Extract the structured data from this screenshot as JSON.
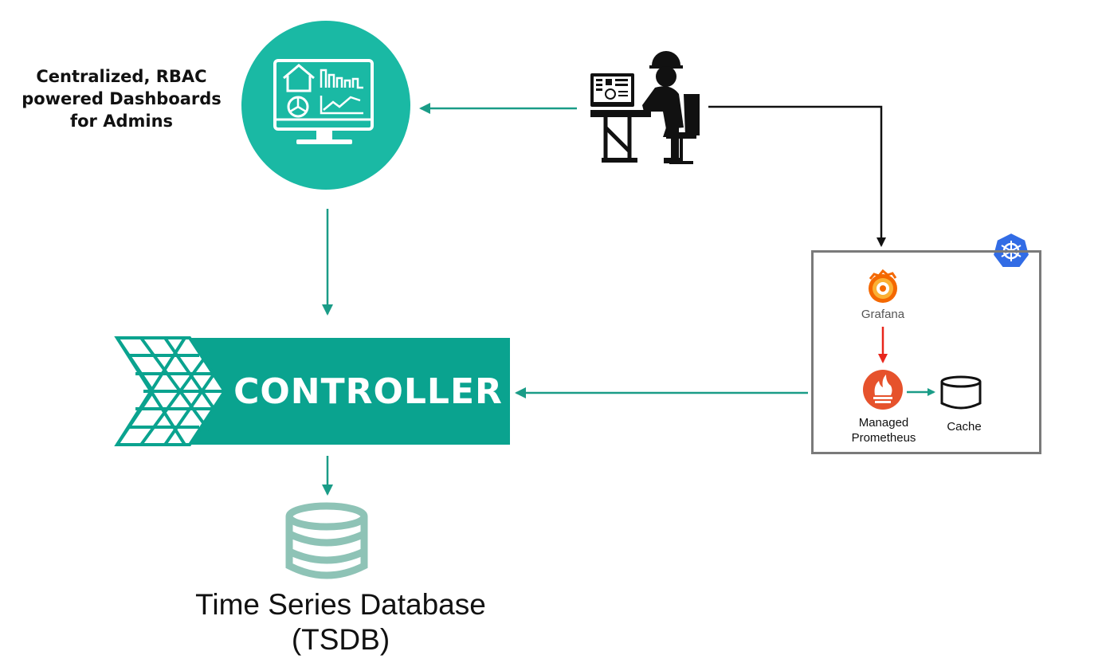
{
  "dashboard": {
    "caption_lines": [
      "Centralized, RBAC",
      "powered  Dashboards",
      "for Admins"
    ]
  },
  "controller": {
    "label": "CONTROLLER"
  },
  "tsdb": {
    "caption_lines": [
      "Time Series Database",
      "(TSDB)"
    ]
  },
  "cluster": {
    "grafana_label": "Grafana",
    "prometheus_label_lines": [
      "Managed",
      "Prometheus"
    ],
    "cache_label": "Cache"
  },
  "colors": {
    "teal": "#0aa38f",
    "teal_light": "#1ab9a4",
    "db_green": "#8ec3b6",
    "red_arrow": "#e8261c",
    "k8s_blue": "#326ce5",
    "grafana_orange": "#f46800",
    "prometheus_orange": "#e6522c"
  },
  "icons": [
    "dashboard-monitor-icon",
    "engineer-at-desk-icon",
    "kubernetes-icon",
    "grafana-icon",
    "prometheus-icon",
    "cache-cylinder-icon",
    "database-icon"
  ]
}
